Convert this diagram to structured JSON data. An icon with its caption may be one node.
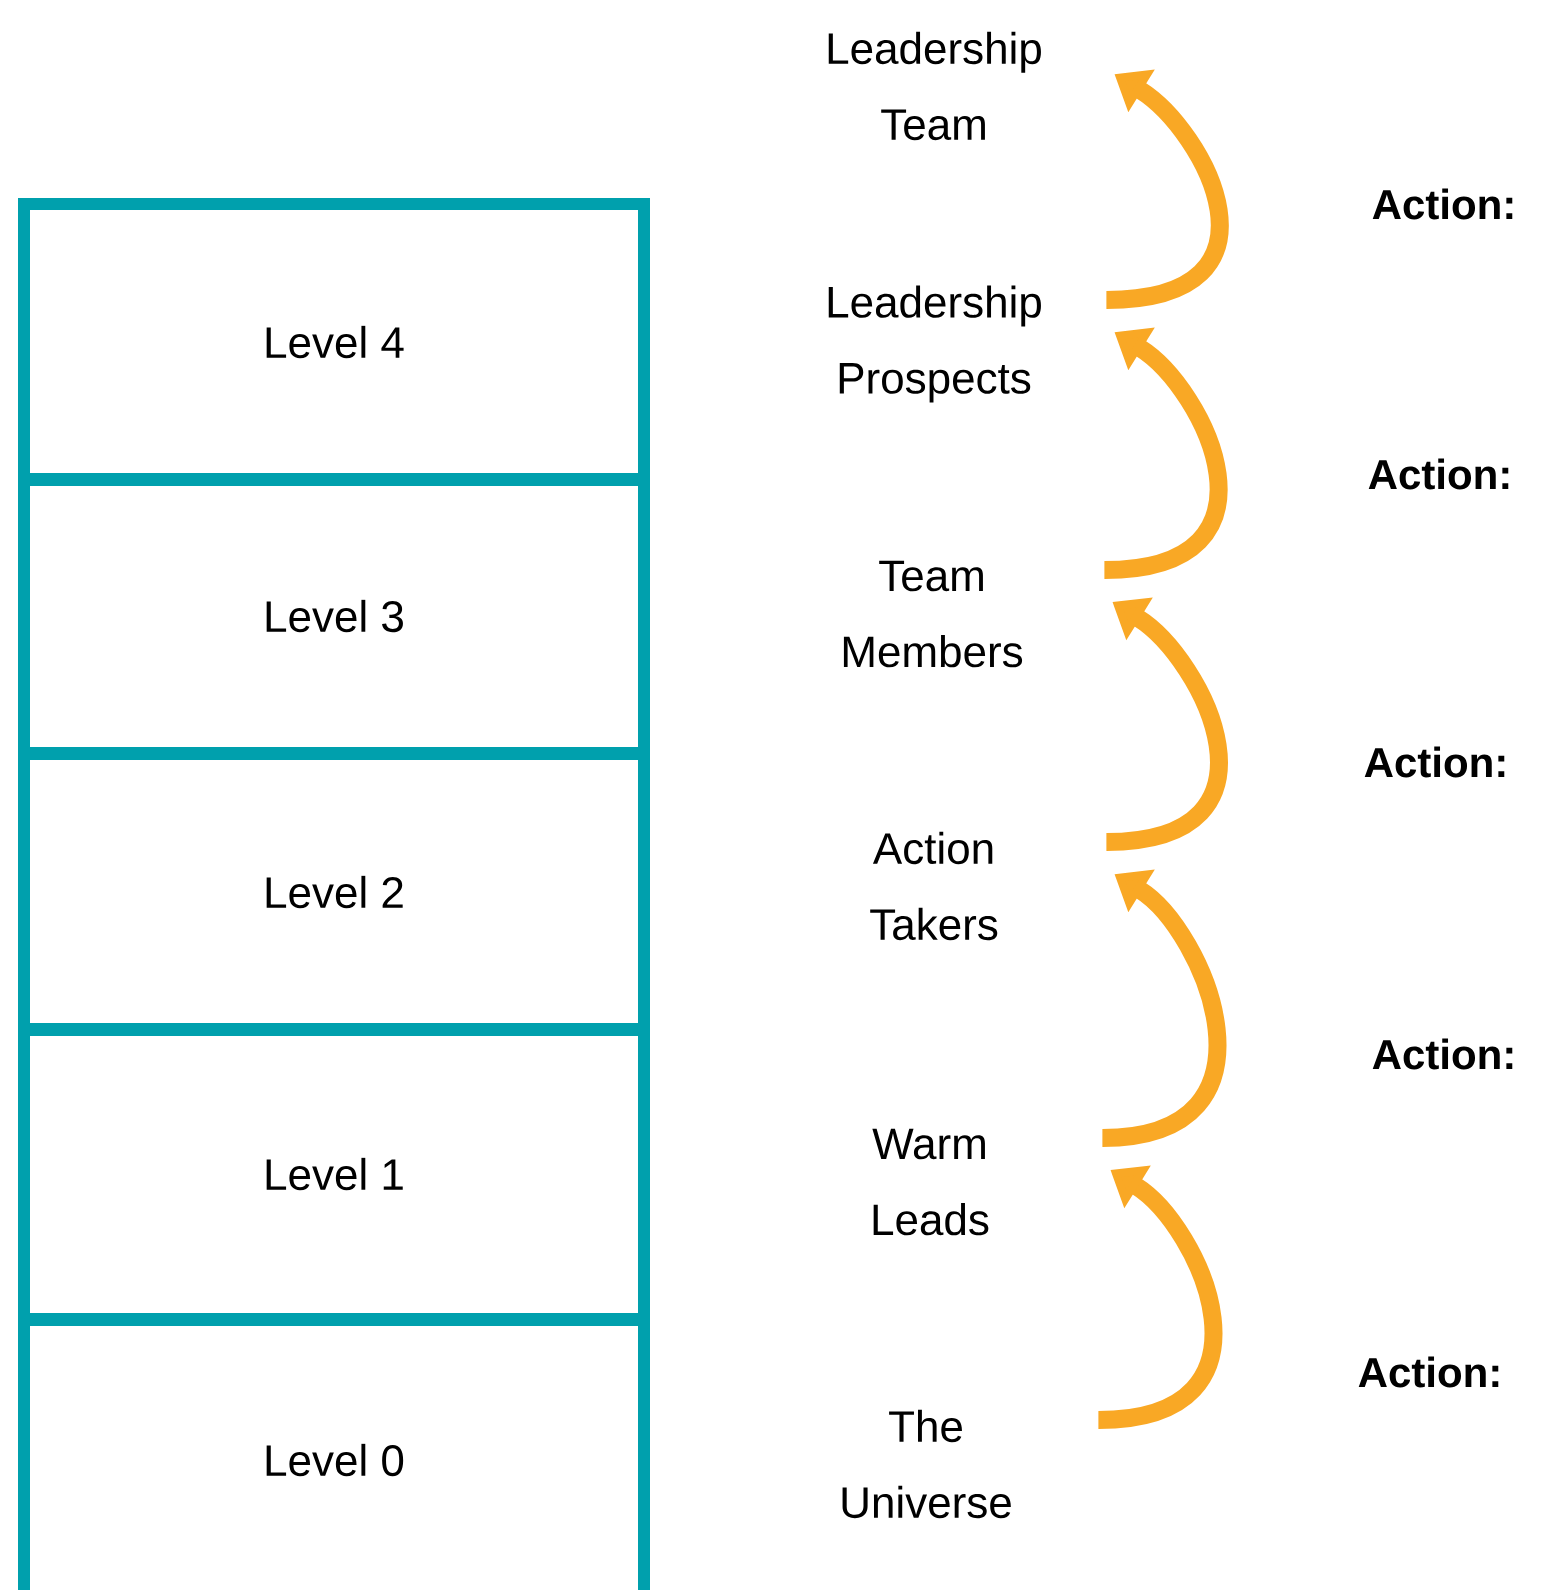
{
  "diagram": {
    "nodes": [
      {
        "text": [
          "Level 4"
        ]
      },
      {
        "text": [
          "Level 3"
        ]
      },
      {
        "text": [
          "Level 2"
        ]
      },
      {
        "text": [
          "Level 1"
        ]
      },
      {
        "text": [
          "Level 0"
        ]
      },
      {
        "text": [
          "Leadership Team"
        ]
      },
      {
        "text": [
          "Leadership Prospects"
        ]
      },
      {
        "text": [
          "Team Members"
        ]
      },
      {
        "text": [
          "Action Takers"
        ]
      },
      {
        "text": [
          "Warm Leads"
        ]
      },
      {
        "text": [
          "The Universe"
        ]
      }
    ],
    "edges": [
      {
        "from": 6,
        "to": 5,
        "arrow": "to"
      },
      {
        "from": 7,
        "to": 6,
        "arrow": "to"
      },
      {
        "from": 8,
        "to": 7,
        "arrow": "to"
      },
      {
        "from": 9,
        "to": 8,
        "arrow": "to"
      },
      {
        "from": 10,
        "to": 9,
        "arrow": "to"
      }
    ],
    "labels": [
      "Action:",
      "Action:",
      "Action:",
      "Action:",
      "Action:"
    ]
  }
}
